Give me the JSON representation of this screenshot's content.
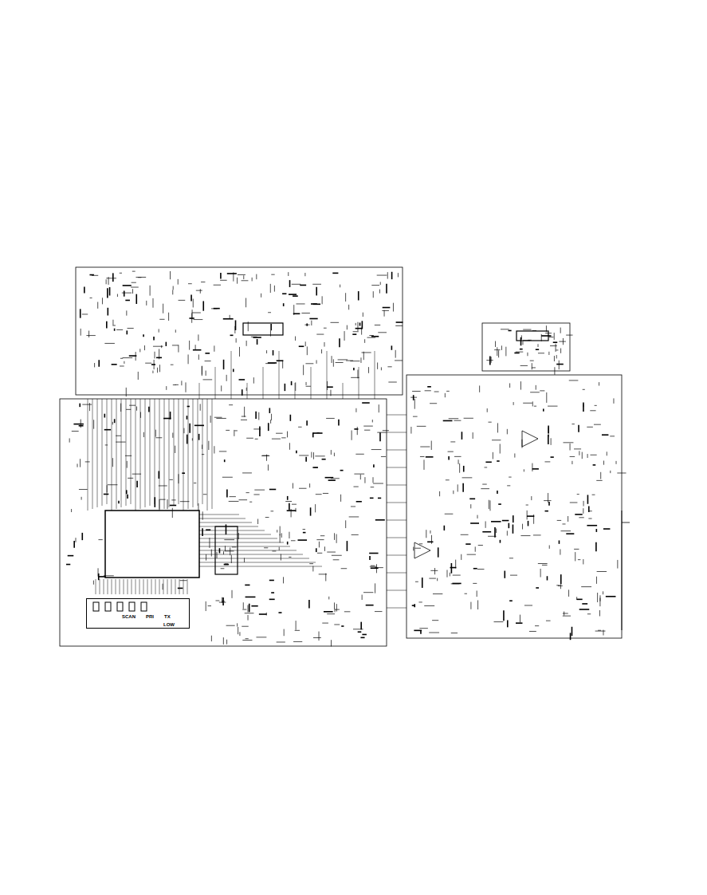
{
  "diagram": {
    "nodes": [
      {
        "text": [
          "SCAN",
          "PRI",
          "TX",
          "LOW"
        ]
      }
    ]
  }
}
